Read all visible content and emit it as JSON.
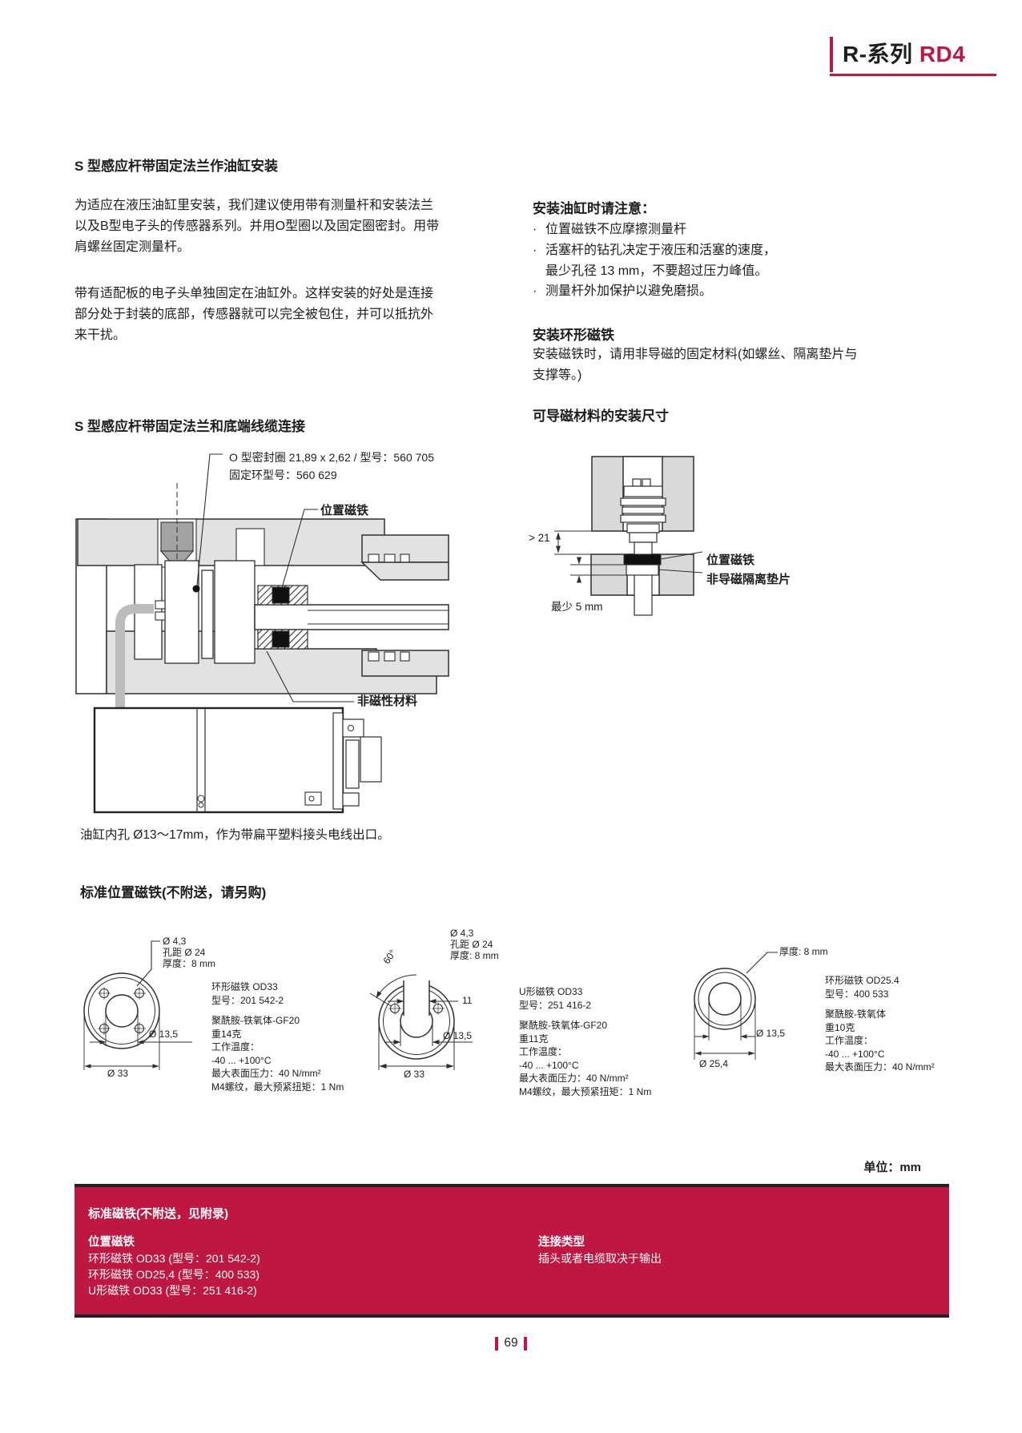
{
  "colors": {
    "accent_red": "#be1742",
    "text": "#1d1d1d",
    "diagram_gray": "#dcdcdc"
  },
  "header": {
    "series": "R-系列",
    "model": "RD4"
  },
  "s_flange": {
    "heading": "S 型感应杆带固定法兰作油缸安装",
    "para1": [
      "为适应在液压油缸里安装，我们建议使用带有测量杆和安装法兰",
      "以及B型电子头的传感器系列。并用O型圈以及固定圈密封。用带",
      "肩螺丝固定测量杆。"
    ],
    "para2": [
      "带有适配板的电子头单独固定在油缸外。这样安装的好处是连接",
      "部分处于封装的底部，传感器就可以完全被包住，并可以抵抗外",
      "来干扰。"
    ]
  },
  "notes": {
    "heading": "安装油缸时请注意：",
    "bullet_mark": "·",
    "bullet1": "位置磁铁不应摩擦测量杆",
    "bullet2_line1": "活塞杆的钻孔决定于液压和活塞的速度，",
    "bullet2_line2": "最少孔径 13 mm，不要超过压力峰值。",
    "bullet3": "测量杆外加保护以避免磨损。"
  },
  "ring_magnet_install": {
    "heading": "安装环形磁铁",
    "line1": "安装磁铁时，请用非导磁的固定材料(如螺丝、隔离垫片与",
    "line2": "支撑等。)"
  },
  "magnetizable": {
    "heading": "可导磁材料的安装尺寸",
    "dim_gap": "> 21",
    "label_magnet": "位置磁铁",
    "label_spacer": "非导磁隔离垫片",
    "dim_min": "最少 5 mm"
  },
  "cable_bottom": {
    "heading": "S 型感应杆带固定法兰和底端线缆连接",
    "label_oring": "O 型密封圈 21,89 x 2,62 / 型号：560 705",
    "label_ring": "固定环型号：560 629",
    "label_magnet": "位置磁铁",
    "label_nonmagnetic": "非磁性材料",
    "caption": "油缸内孔 Ø13～17mm，作为带扁平塑料接头电线出口。"
  },
  "magnets": {
    "heading": "标准位置磁铁(不附送，请另购)",
    "m1": {
      "callout": [
        "Ø 4,3",
        "孔距 Ø 24",
        "厚度：8 mm"
      ],
      "dim_inner": "Ø 13,5",
      "dim_outer": "Ø 33",
      "name": "环形磁铁 OD33",
      "model": "型号：201 542-2",
      "specs": [
        "聚酰胺-铁氧体-GF20",
        "重14克",
        "工作温度：",
        "-40 ... +100°C",
        "最大表面压力：40 N/mm²",
        "M4螺纹，最大预紧扭矩：1 Nm"
      ]
    },
    "m2": {
      "angle": "60°",
      "slot_width": "11",
      "callout": [
        "Ø 4,3",
        "孔距 Ø 24",
        "厚度: 8 mm"
      ],
      "dim_inner": "Ø 13,5",
      "dim_outer": "Ø 33",
      "name": "U形磁铁 OD33",
      "model": "型号：251 416-2",
      "specs": [
        "聚酰胺-铁氧体-GF20",
        "重11克",
        "工作温度：",
        "-40 ... +100°C",
        "最大表面压力：40 N/mm²",
        "M4螺纹，最大预紧扭矩：1 Nm"
      ]
    },
    "m3": {
      "thickness": "厚度: 8 mm",
      "dim_inner": "Ø 13,5",
      "dim_outer": "Ø 25,4",
      "name": "环形磁铁 OD25.4",
      "model": "型号：400 533",
      "specs": [
        "聚酰胺-铁氧体",
        "重10克",
        "工作温度：",
        "-40 ... +100°C",
        "最大表面压力：40 N/mm²"
      ]
    }
  },
  "units_note": "单位：mm",
  "footer_box": {
    "heading": "标准磁铁(不附送，见附录)",
    "col1_heading": "位置磁铁",
    "col1_items": [
      "环形磁铁 OD33 (型号：201 542-2)",
      "环形磁铁 OD25,4 (型号：400 533)",
      "U形磁铁 OD33 (型号：251 416-2)"
    ],
    "col2_heading": "连接类型",
    "col2_text": "插头或者电缆取决于输出"
  },
  "page_number": "69"
}
